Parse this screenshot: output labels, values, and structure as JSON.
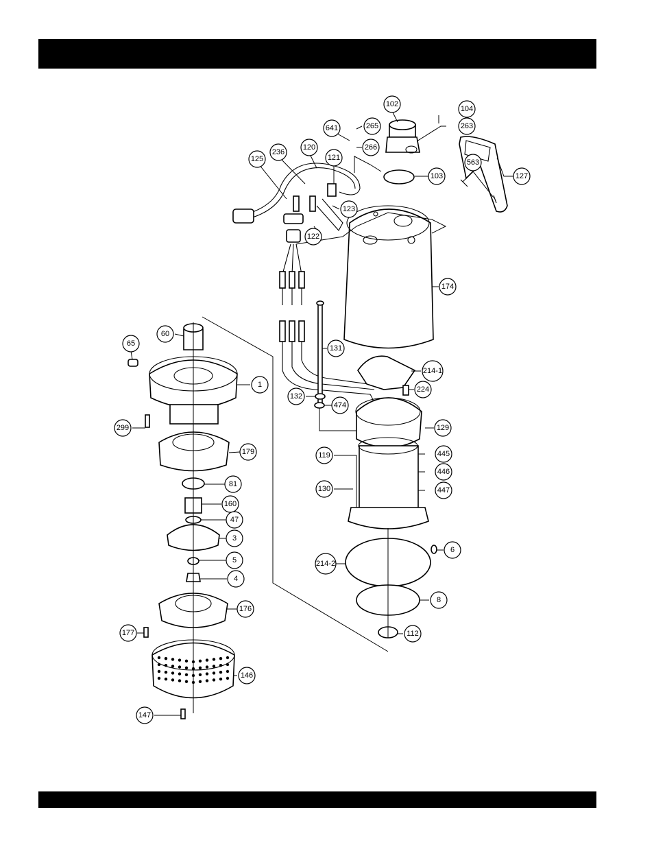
{
  "diagram": {
    "callouts": [
      {
        "id": "102",
        "label": "102"
      },
      {
        "id": "104",
        "label": "104"
      },
      {
        "id": "641",
        "label": "641"
      },
      {
        "id": "265",
        "label": "265"
      },
      {
        "id": "263",
        "label": "263"
      },
      {
        "id": "266",
        "label": "266"
      },
      {
        "id": "236",
        "label": "236"
      },
      {
        "id": "120",
        "label": "120"
      },
      {
        "id": "125",
        "label": "125"
      },
      {
        "id": "121",
        "label": "121"
      },
      {
        "id": "563",
        "label": "563"
      },
      {
        "id": "103",
        "label": "103"
      },
      {
        "id": "127",
        "label": "127"
      },
      {
        "id": "123",
        "label": "123"
      },
      {
        "id": "122",
        "label": "122"
      },
      {
        "id": "174",
        "label": "174"
      },
      {
        "id": "60",
        "label": "60"
      },
      {
        "id": "65",
        "label": "65"
      },
      {
        "id": "131",
        "label": "131"
      },
      {
        "id": "214-1",
        "label": "214-1"
      },
      {
        "id": "1",
        "label": "1"
      },
      {
        "id": "224",
        "label": "224"
      },
      {
        "id": "132",
        "label": "132"
      },
      {
        "id": "474",
        "label": "474"
      },
      {
        "id": "299",
        "label": "299"
      },
      {
        "id": "129",
        "label": "129"
      },
      {
        "id": "179",
        "label": "179"
      },
      {
        "id": "445",
        "label": "445"
      },
      {
        "id": "119",
        "label": "119"
      },
      {
        "id": "446",
        "label": "446"
      },
      {
        "id": "81",
        "label": "81"
      },
      {
        "id": "130",
        "label": "130"
      },
      {
        "id": "447",
        "label": "447"
      },
      {
        "id": "160",
        "label": "160"
      },
      {
        "id": "47",
        "label": "47"
      },
      {
        "id": "3",
        "label": "3"
      },
      {
        "id": "6",
        "label": "6"
      },
      {
        "id": "5",
        "label": "5"
      },
      {
        "id": "214-2",
        "label": "214-2"
      },
      {
        "id": "4",
        "label": "4"
      },
      {
        "id": "8",
        "label": "8"
      },
      {
        "id": "176",
        "label": "176"
      },
      {
        "id": "177",
        "label": "177"
      },
      {
        "id": "112",
        "label": "112"
      },
      {
        "id": "146",
        "label": "146"
      },
      {
        "id": "147",
        "label": "147"
      }
    ]
  }
}
